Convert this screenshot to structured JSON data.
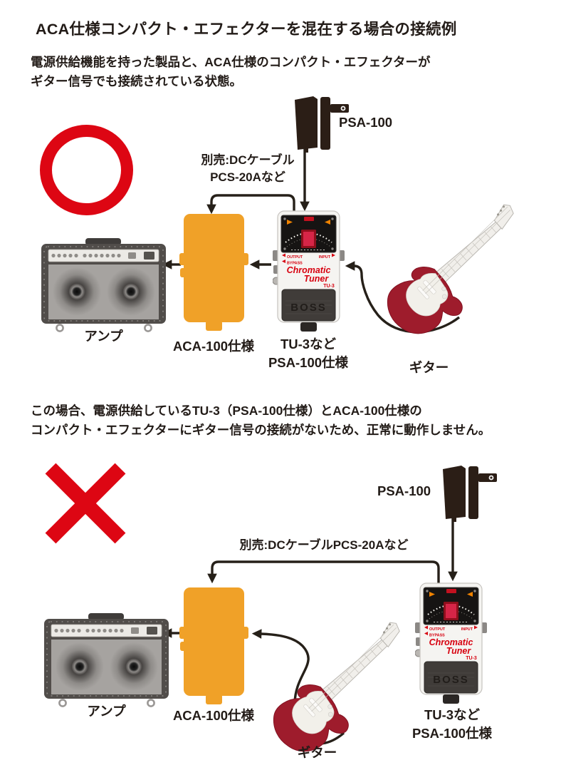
{
  "page": {
    "title": "ACA仕様コンパクト・エフェクターを混在する場合の接続例"
  },
  "intro": {
    "line1": "電源供給機能を持った製品と、ACA仕様のコンパクト・エフェクターが",
    "line2": "ギター信号でも接続されている状態。"
  },
  "note": {
    "line1": "この場合、電源供給しているTU-3（PSA-100仕様）とACA-100仕様の",
    "line2": "コンパクト・エフェクターにギター信号の接続がないため、正常に動作しません。"
  },
  "labels": {
    "psa": "PSA-100",
    "dc_cable_top_line1": "別売:DCケーブル",
    "dc_cable_top_line2": "PCS-20Aなど",
    "dc_cable_bottom": "別売:DCケーブルPCS-20Aなど",
    "amp": "アンプ",
    "aca": "ACA-100仕様",
    "tuner_line1": "TU-3など",
    "tuner_line2": "PSA-100仕様",
    "guitar": "ギター"
  },
  "pedal": {
    "model_line1": "Chromatic",
    "model_line2": "Tuner",
    "model_code": "TU-3",
    "brand": "BOSS",
    "jack_output": "OUTPUT",
    "jack_bypass": "BYPASS",
    "jack_input": "INPUT"
  },
  "marks": {
    "ok": "correct-circle",
    "ng": "incorrect-cross"
  },
  "colors": {
    "mark_red": "#dd0613",
    "pedal_red": "#d7000f",
    "aca_orange": "#f0a128",
    "line_ink": "#262019"
  }
}
